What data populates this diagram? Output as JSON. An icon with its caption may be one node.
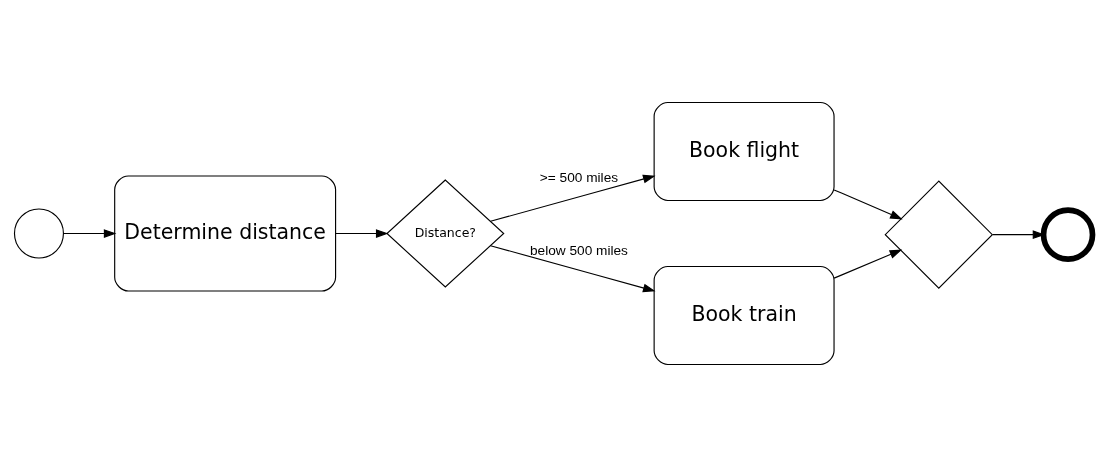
{
  "diagram": {
    "nodes": [
      {
        "text": [],
        "shape": "circle"
      },
      {
        "text": [
          "Determine distance"
        ]
      },
      {
        "text": [
          "Distance?"
        ]
      },
      {
        "text": [
          "Book flight"
        ]
      },
      {
        "text": [
          "Book train"
        ]
      },
      {
        "text": [],
        "shape": "diamond"
      },
      {
        "text": [],
        "shape": "circle"
      }
    ],
    "edges": [
      {
        "from": 0,
        "to": 1,
        "arrow": "to"
      },
      {
        "from": 1,
        "to": 2,
        "arrow": "to"
      },
      {
        "from": 2,
        "to": 3,
        "arrow": "to",
        "label": ">= 500 miles"
      },
      {
        "from": 2,
        "to": 4,
        "arrow": "to",
        "label": "below 500 miles"
      },
      {
        "from": 3,
        "to": 5,
        "arrow": "to"
      },
      {
        "from": 4,
        "to": 5,
        "arrow": "to"
      },
      {
        "from": 5,
        "to": 6,
        "arrow": "to"
      }
    ]
  }
}
